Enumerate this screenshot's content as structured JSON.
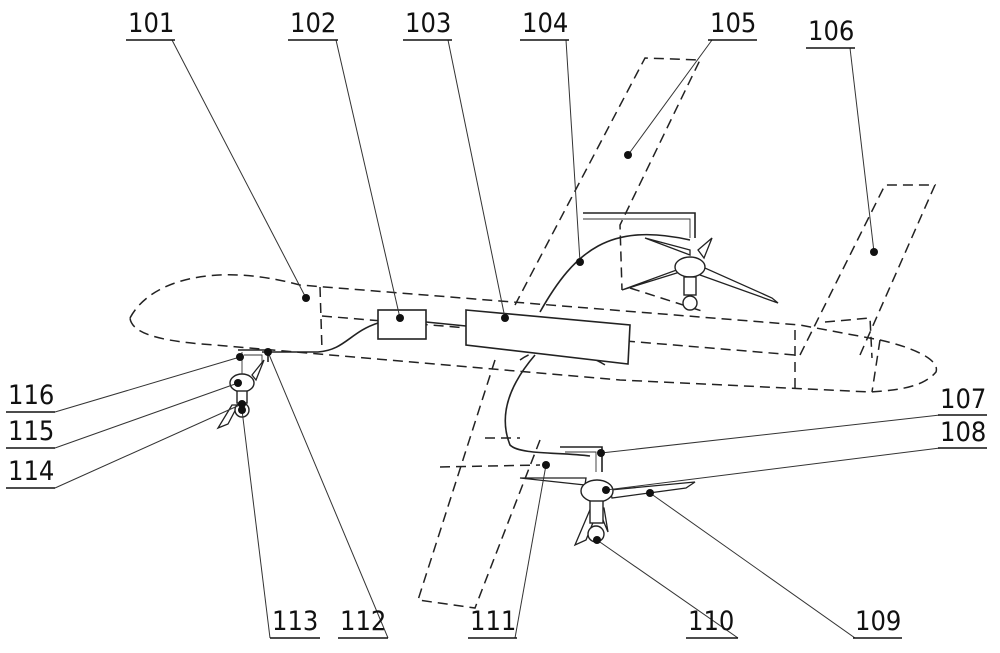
{
  "labels": {
    "l101": "101",
    "l102": "102",
    "l103": "103",
    "l104": "104",
    "l105": "105",
    "l106": "106",
    "l107": "107",
    "l108": "108",
    "l109": "109",
    "l110": "110",
    "l111": "111",
    "l112": "112",
    "l113": "113",
    "l114": "114",
    "l115": "115",
    "l116": "116"
  }
}
